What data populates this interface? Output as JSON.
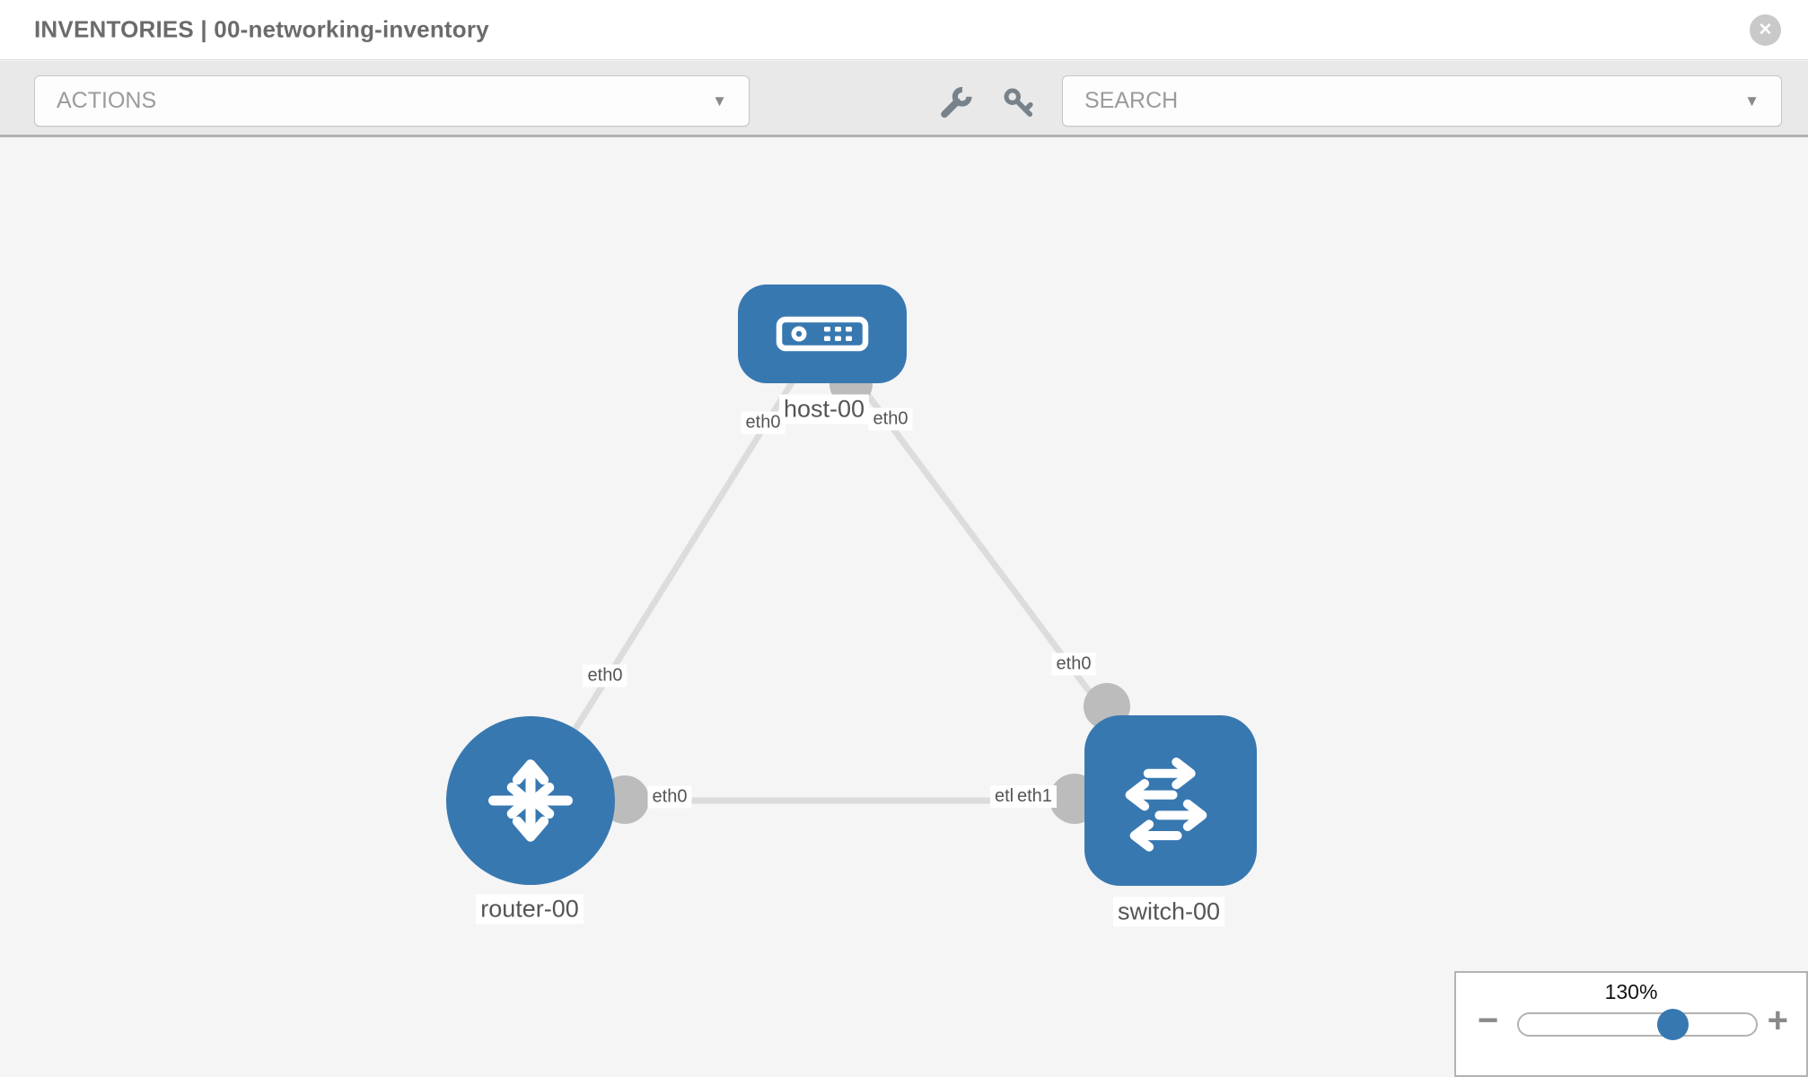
{
  "header": {
    "title": "INVENTORIES | 00-networking-inventory"
  },
  "toolbar": {
    "actions": {
      "label": "ACTIONS"
    },
    "search": {
      "label": "SEARCH"
    },
    "tools": [
      {
        "name": "wrench"
      },
      {
        "name": "key"
      }
    ]
  },
  "glyphs": {
    "caret": "▼",
    "close": "✕",
    "minus": "−",
    "plus": "+"
  },
  "topology": {
    "nodes": [
      {
        "id": "host-00",
        "type": "host",
        "label": "host-00"
      },
      {
        "id": "router-00",
        "type": "router",
        "label": "router-00"
      },
      {
        "id": "switch-00",
        "type": "switch",
        "label": "switch-00"
      }
    ],
    "links": [
      {
        "from": "host-00",
        "to": "router-00"
      },
      {
        "from": "host-00",
        "to": "switch-00"
      },
      {
        "from": "router-00",
        "to": "switch-00"
      }
    ],
    "interfaces": {
      "host_left": "eth0",
      "host_right": "eth0",
      "router_top": "eth0",
      "router_right": "eth0",
      "switch_top": "eth0",
      "switch_left_back": "eth0",
      "switch_left_front": "eth1"
    }
  },
  "zoom": {
    "level": "130%",
    "value_pct": 65
  },
  "colors": {
    "node_blue": "#3878b1",
    "port_gray": "#bcbcbc",
    "link_gray": "#dcdcdc",
    "toolbar_icon_gray": "#78828a"
  }
}
